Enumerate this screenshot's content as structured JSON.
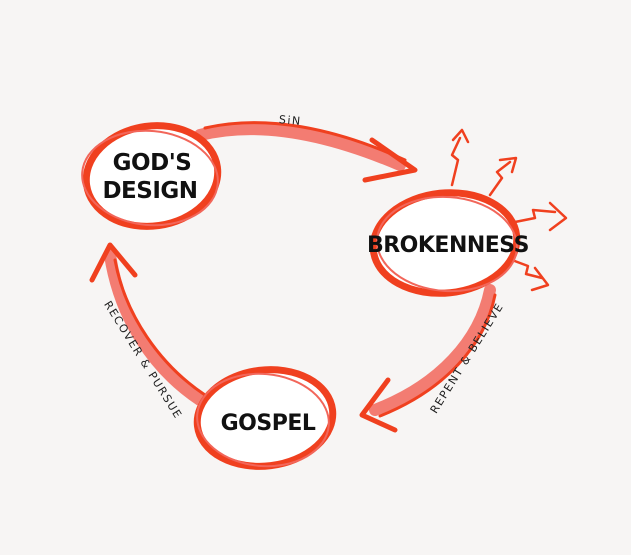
{
  "colors": {
    "background": "#f7f5f4",
    "accent": "#f0401f",
    "accent_light": "#f2665a",
    "node_fill": "#ffffff",
    "text": "#111111"
  },
  "nodes": {
    "gods_design": {
      "line1": "GOD'S",
      "line2": "DESIGN"
    },
    "brokenness": {
      "label": "BROKENNESS"
    },
    "gospel": {
      "label": "GOSPEL"
    }
  },
  "edges": {
    "sin": {
      "label": "SiN"
    },
    "repent_believe": {
      "label": "REPENT & BELIEVE"
    },
    "recover_pursue": {
      "label": "RECOVER & PURSUE"
    }
  },
  "icons": {
    "burst": "zigzag-arrow-burst-icon"
  }
}
